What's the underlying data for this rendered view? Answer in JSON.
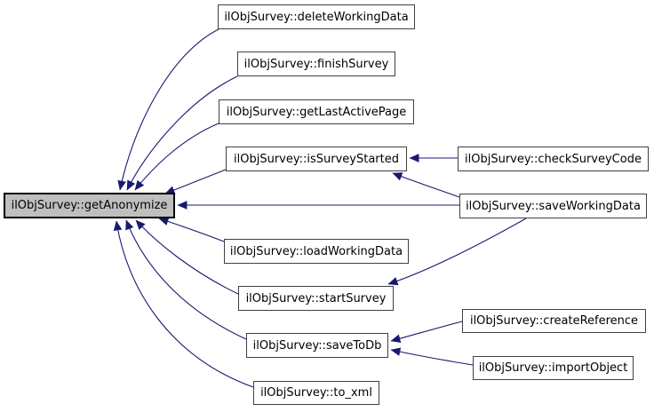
{
  "diagram": {
    "kind": "doxygen-caller-graph",
    "focus_function": "ilObjSurvey::getAnonymize"
  },
  "colors": {
    "edge": "#191970",
    "node_border": "#404040",
    "node_fill": "#ffffff",
    "focus_fill": "#bfbfbf",
    "text": "#000000",
    "background": "#ffffff"
  },
  "nodes": [
    {
      "id": "getAnonymize",
      "label": "ilObjSurvey::getAnonymize",
      "focus": true
    },
    {
      "id": "deleteWorkingData",
      "label": "ilObjSurvey::deleteWorkingData",
      "focus": false
    },
    {
      "id": "finishSurvey",
      "label": "ilObjSurvey::finishSurvey",
      "focus": false
    },
    {
      "id": "getLastActivePage",
      "label": "ilObjSurvey::getLastActivePage",
      "focus": false
    },
    {
      "id": "isSurveyStarted",
      "label": "ilObjSurvey::isSurveyStarted",
      "focus": false
    },
    {
      "id": "loadWorkingData",
      "label": "ilObjSurvey::loadWorkingData",
      "focus": false
    },
    {
      "id": "startSurvey",
      "label": "ilObjSurvey::startSurvey",
      "focus": false
    },
    {
      "id": "saveToDb",
      "label": "ilObjSurvey::saveToDb",
      "focus": false
    },
    {
      "id": "to_xml",
      "label": "ilObjSurvey::to_xml",
      "focus": false
    },
    {
      "id": "checkSurveyCode",
      "label": "ilObjSurvey::checkSurveyCode",
      "focus": false
    },
    {
      "id": "saveWorkingData",
      "label": "ilObjSurvey::saveWorkingData",
      "focus": false
    },
    {
      "id": "createReference",
      "label": "ilObjSurvey::createReference",
      "focus": false
    },
    {
      "id": "importObject",
      "label": "ilObjSurvey::importObject",
      "focus": false
    }
  ],
  "edges": [
    {
      "from": "deleteWorkingData",
      "to": "getAnonymize"
    },
    {
      "from": "finishSurvey",
      "to": "getAnonymize"
    },
    {
      "from": "getLastActivePage",
      "to": "getAnonymize"
    },
    {
      "from": "isSurveyStarted",
      "to": "getAnonymize"
    },
    {
      "from": "saveWorkingData",
      "to": "getAnonymize"
    },
    {
      "from": "loadWorkingData",
      "to": "getAnonymize"
    },
    {
      "from": "startSurvey",
      "to": "getAnonymize"
    },
    {
      "from": "saveToDb",
      "to": "getAnonymize"
    },
    {
      "from": "to_xml",
      "to": "getAnonymize"
    },
    {
      "from": "checkSurveyCode",
      "to": "isSurveyStarted"
    },
    {
      "from": "saveWorkingData",
      "to": "isSurveyStarted"
    },
    {
      "from": "saveWorkingData",
      "to": "startSurvey"
    },
    {
      "from": "createReference",
      "to": "saveToDb"
    },
    {
      "from": "importObject",
      "to": "saveToDb"
    }
  ]
}
